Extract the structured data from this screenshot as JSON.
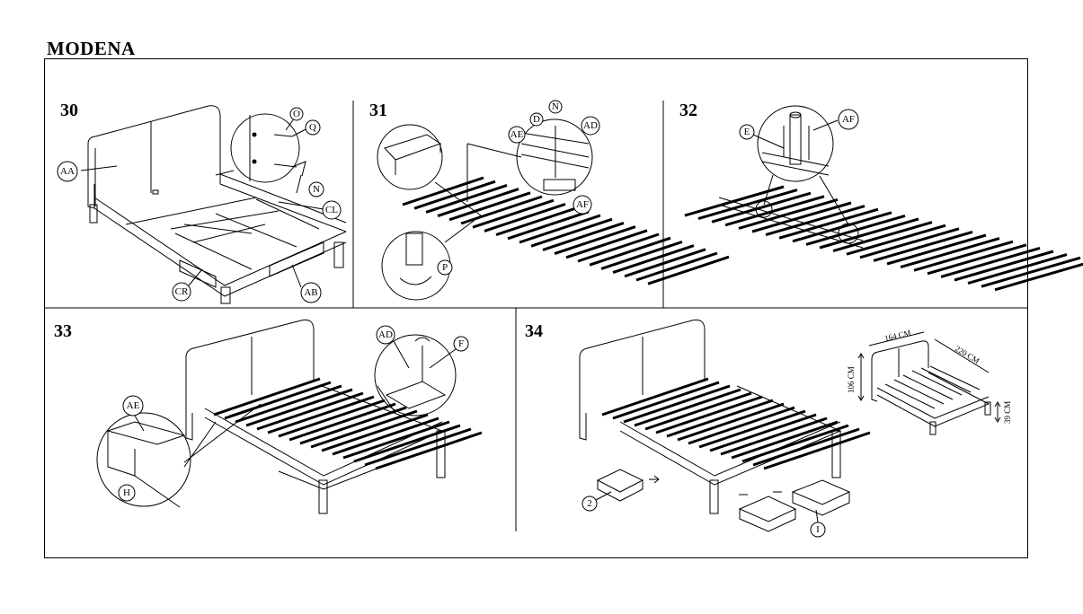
{
  "title": "MODENA",
  "steps": [
    {
      "number": "30",
      "labels": [
        "AA",
        "O",
        "Q",
        "N",
        "CL",
        "CR",
        "AB"
      ]
    },
    {
      "number": "31",
      "labels": [
        "AE",
        "D",
        "N",
        "AD",
        "AF",
        "P"
      ]
    },
    {
      "number": "32",
      "labels": [
        "E",
        "AF"
      ]
    },
    {
      "number": "33",
      "labels": [
        "AE",
        "H",
        "AD",
        "F"
      ]
    },
    {
      "number": "34",
      "labels": [
        "2",
        "I"
      ]
    }
  ],
  "dimensions": {
    "width": "164 CM",
    "length": "220 CM",
    "height": "106 CM",
    "leg_height": "39 CM"
  }
}
